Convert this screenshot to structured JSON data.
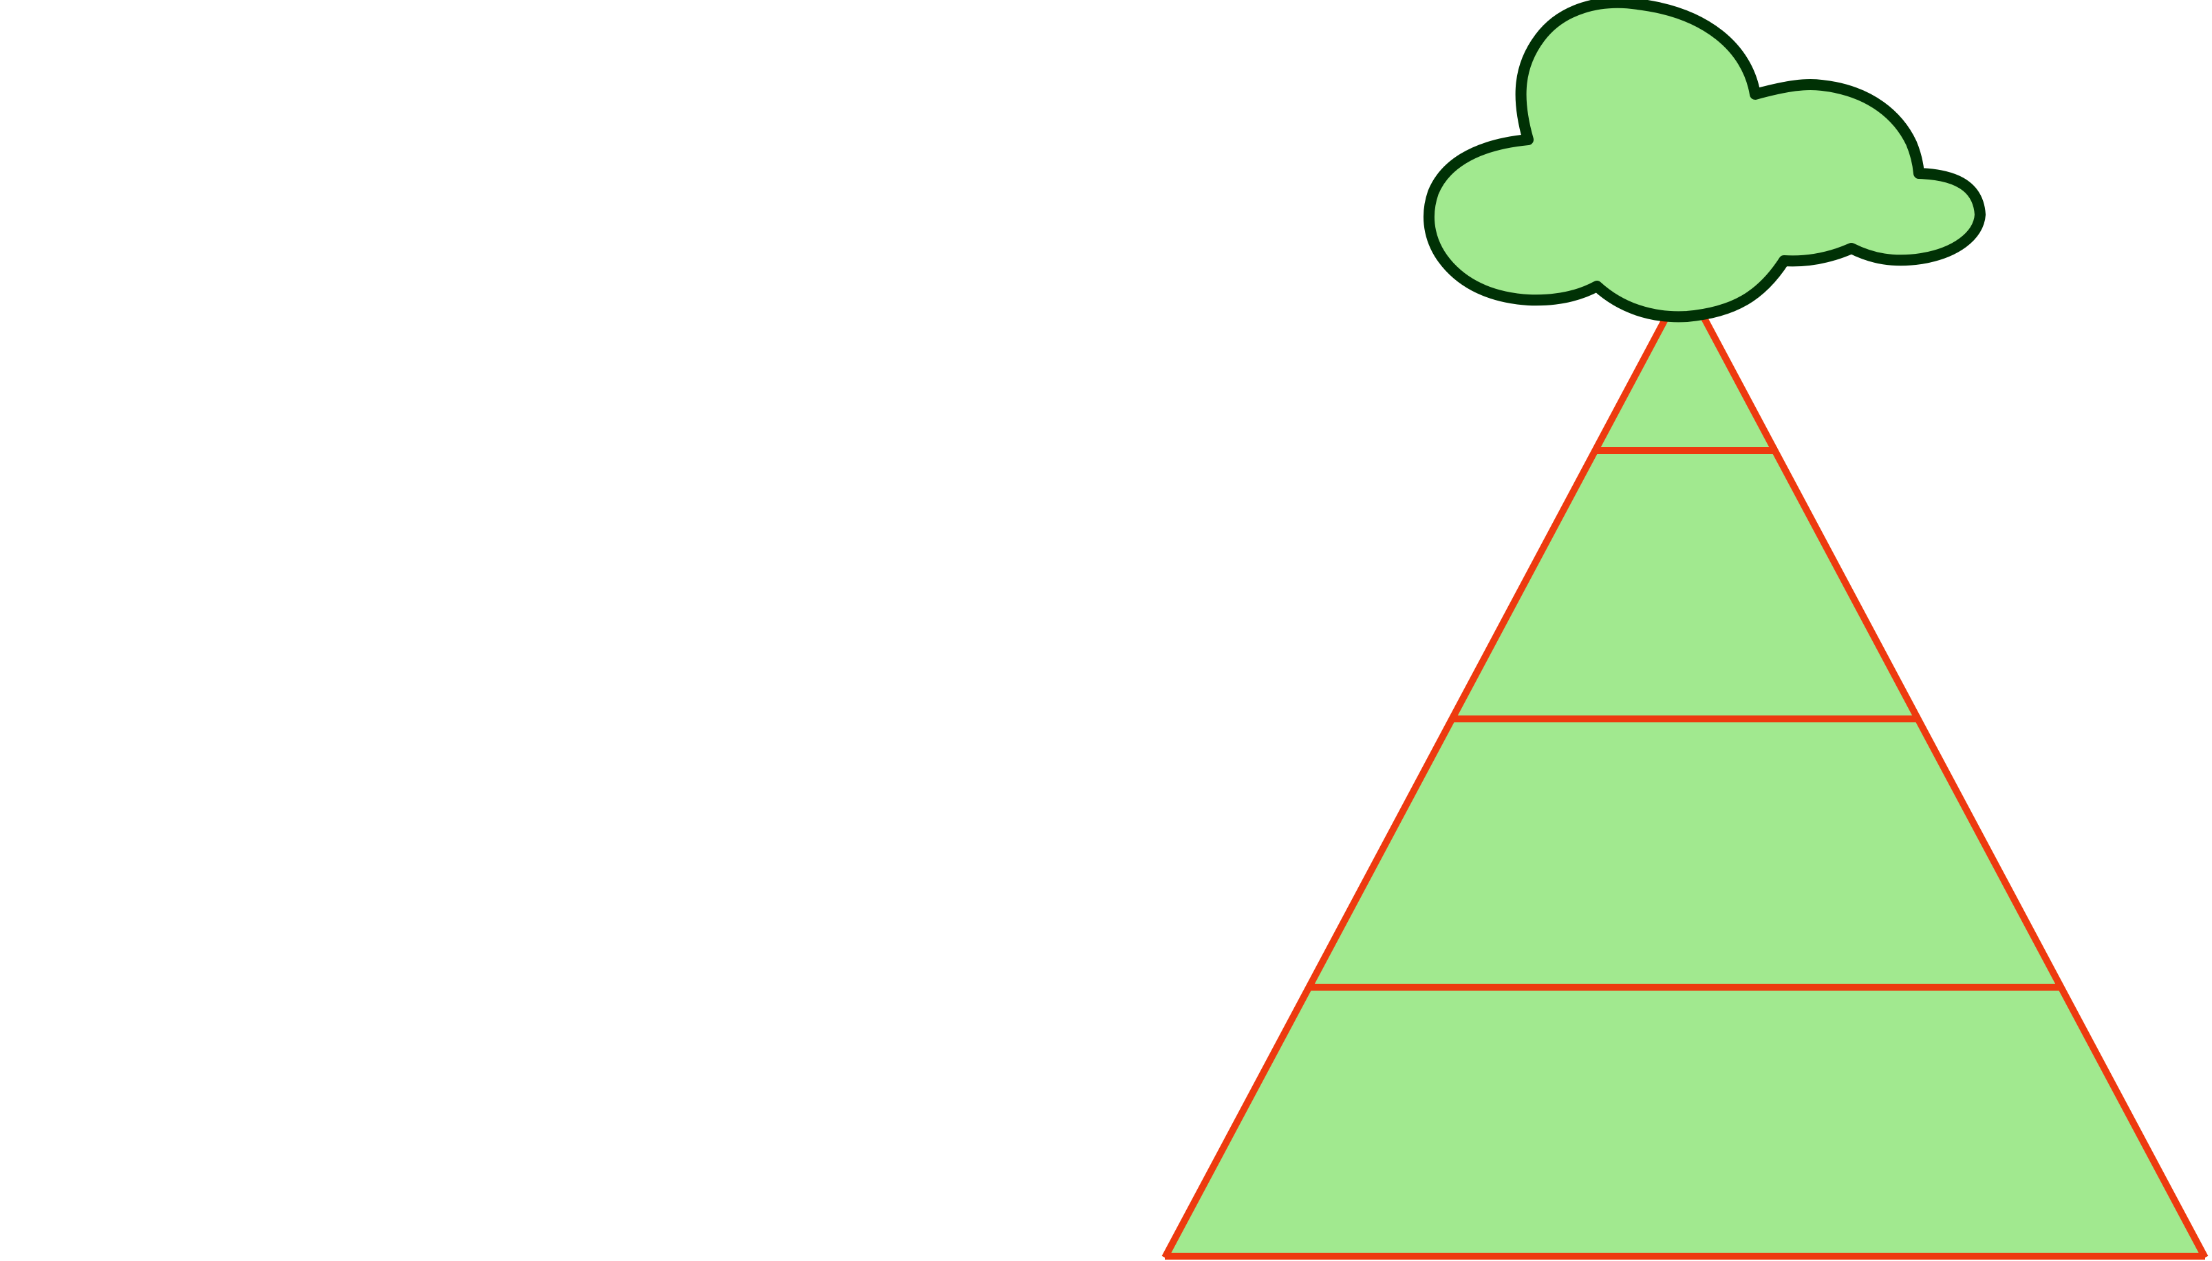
{
  "diagram": {
    "type": "pyramid",
    "levels": 4,
    "top_element": "cloud-shape"
  },
  "colors": {
    "background": "#ffffff",
    "fill": "#a1e98f",
    "pyramid_stroke": "#ed3a0f",
    "cloud_fill": "#a1e98f",
    "cloud_stroke": "#003105"
  }
}
